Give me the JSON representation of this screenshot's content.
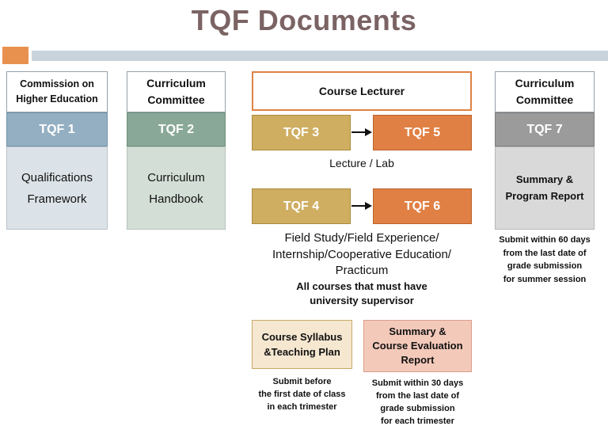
{
  "title": "TQF Documents",
  "colors": {
    "title_text": "#7b6364",
    "divider_bar": "#c9d3db",
    "accent_orange": "#e8914e",
    "tqf1_fill": "#94afc2",
    "tqf2_fill": "#8aa897",
    "tqf3_tqf4_fill": "#cfae62",
    "tqf5_tqf6_fill": "#e08044",
    "tqf7_fill": "#9b9b9b",
    "col1_body_fill": "#dce3e8",
    "col2_body_fill": "#d3ded7",
    "col4_body_fill": "#d9d9d9",
    "syllabus_box_fill": "#f5e7d0",
    "evaluation_box_fill": "#f3c9ba",
    "lecturer_border": "#df8244"
  },
  "col1": {
    "header": "Commission on\nHigher Education",
    "badge": "TQF 1",
    "body": "Qualifications\nFramework"
  },
  "col2": {
    "header": "Curriculum\nCommittee",
    "badge": "TQF 2",
    "body": "Curriculum\nHandbook"
  },
  "center": {
    "header": "Course Lecturer",
    "tqf3": "TQF 3",
    "tqf5": "TQF 5",
    "lecture_caption": "Lecture / Lab",
    "tqf4": "TQF 4",
    "tqf6": "TQF 6",
    "field_caption": "Field Study/Field Experience/\nInternship/Cooperative Education/\nPracticum",
    "supervisor_caption": "All courses that must have\nuniversity supervisor",
    "syllabus_label": "Course Syllabus\n&Teaching Plan",
    "syllabus_note": "Submit before\nthe first date of class\nin each trimester",
    "evaluation_label": "Summary &\nCourse Evaluation\nReport",
    "evaluation_note": "Submit within 30 days\nfrom the last date of\ngrade submission\nfor each trimester"
  },
  "col4": {
    "header": "Curriculum\nCommittee",
    "badge": "TQF 7",
    "body": "Summary &\nProgram Report",
    "note": "Submit within 60 days\nfrom the last date of\ngrade submission\nfor summer session"
  }
}
